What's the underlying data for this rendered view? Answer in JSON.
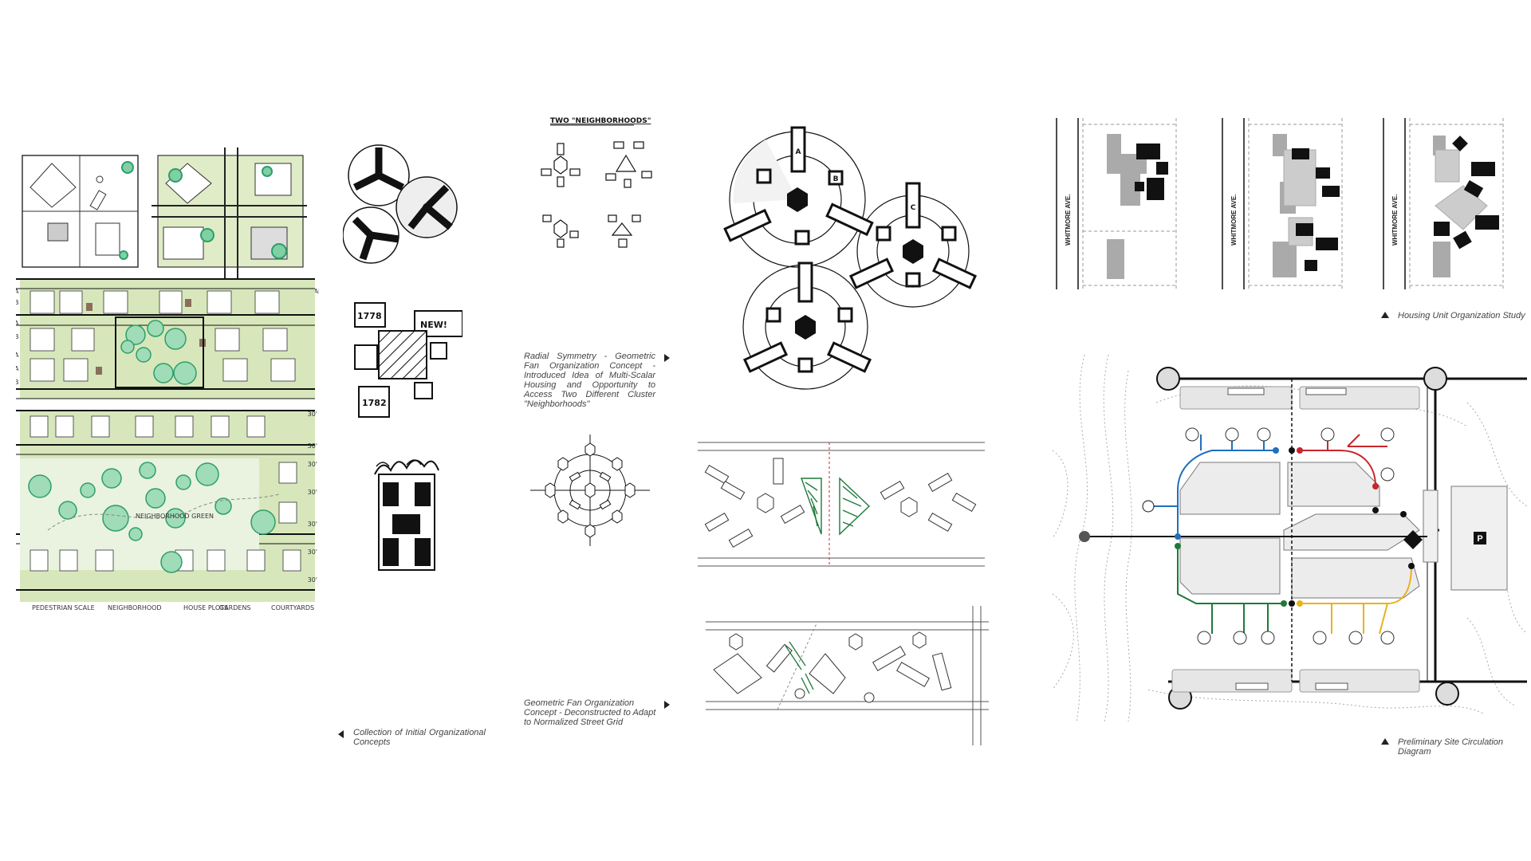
{
  "captions": {
    "initial_concepts": "Collection of Initial Organizational Concepts",
    "radial_symmetry": "Radial Symmetry - Geometric Fan Organization Concept - Introduced Idea of Multi-Scalar Housing and Opportunity to Access Two Different Cluster \"Neighborhoods\"",
    "deconstructed": "Geometric Fan Organization Concept - Deconstructed to Adapt to Normalized Street Grid",
    "housing_study": "Housing Unit Organization Study",
    "circulation": "Preliminary Site Circulation Diagram"
  },
  "sketch_notes": {
    "two_neighborhoods": "TWO \"NEIGHBORHOODS\"",
    "label_1778": "1778",
    "label_new": "NEW!",
    "label_1782": "1782",
    "street_name": "WHITMORE AVE.",
    "parking": "P",
    "unit_a": "A",
    "unit_b": "B",
    "unit_c": "C"
  },
  "colors": {
    "green_wash": "#cfe3b0",
    "tree_green": "#2e9e6a",
    "path_blue": "#1f6fbf",
    "path_red": "#c9252c",
    "path_green": "#1d7a3a",
    "path_yellow": "#e8b21c",
    "pale_gray": "#e6e6e6"
  }
}
